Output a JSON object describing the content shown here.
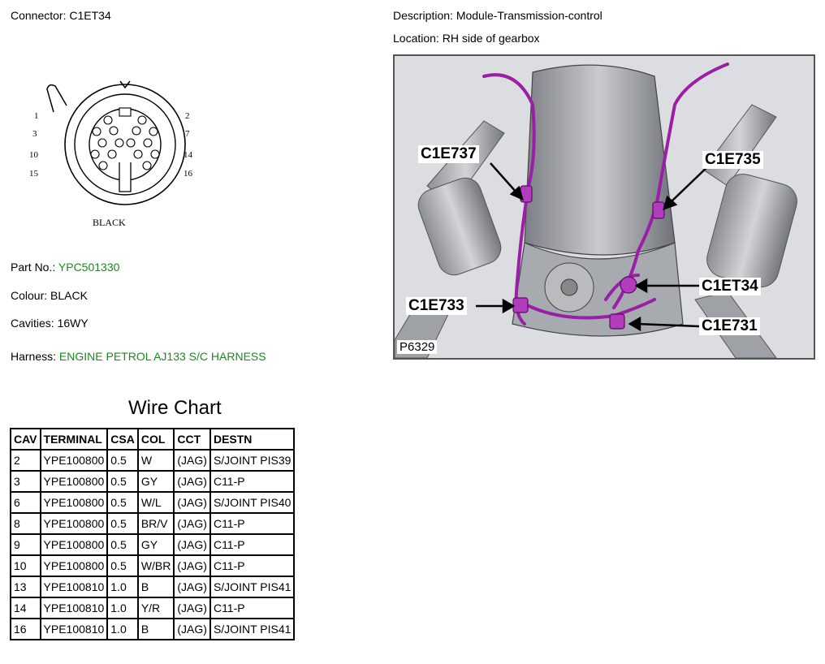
{
  "connector": {
    "label": "Connector:",
    "value": "C1ET34"
  },
  "description": {
    "label": "Description:",
    "value": "Module-Transmission-control"
  },
  "location": {
    "label": "Location:",
    "value": "RH side of gearbox"
  },
  "connector_diagram": {
    "pin_labels": {
      "p1": "1",
      "p2": "2",
      "p3": "3",
      "p7": "7",
      "p10": "10",
      "p14": "14",
      "p15": "15",
      "p16": "16"
    },
    "color_caption": "BLACK"
  },
  "details": {
    "part_no_label": "Part No.:",
    "part_no": "YPC501330",
    "colour_label": "Colour:",
    "colour": "BLACK",
    "cavities_label": "Cavities:",
    "cavities": "16WY",
    "harness_label": "Harness:",
    "harness": "ENGINE PETROL AJ133 S/C HARNESS"
  },
  "photo": {
    "ref": "P6329",
    "callouts": {
      "c1": "C1E737",
      "c2": "C1E735",
      "c3": "C1ET34",
      "c4": "C1E733",
      "c5": "C1E731"
    }
  },
  "wire_chart": {
    "title": "Wire Chart",
    "headers": [
      "CAV",
      "TERMINAL",
      "CSA",
      "COL",
      "CCT",
      "DESTN"
    ],
    "rows": [
      [
        "2",
        "YPE100800",
        "0.5",
        "W",
        "(JAG)",
        "S/JOINT PIS39"
      ],
      [
        "3",
        "YPE100800",
        "0.5",
        "GY",
        "(JAG)",
        "C11-P"
      ],
      [
        "6",
        "YPE100800",
        "0.5",
        "W/L",
        "(JAG)",
        "S/JOINT PIS40"
      ],
      [
        "8",
        "YPE100800",
        "0.5",
        "BR/V",
        "(JAG)",
        "C11-P"
      ],
      [
        "9",
        "YPE100800",
        "0.5",
        "GY",
        "(JAG)",
        "C11-P"
      ],
      [
        "10",
        "YPE100800",
        "0.5",
        "W/BR",
        "(JAG)",
        "C11-P"
      ],
      [
        "13",
        "YPE100810",
        "1.0",
        "B",
        "(JAG)",
        "S/JOINT PIS41"
      ],
      [
        "14",
        "YPE100810",
        "1.0",
        "Y/R",
        "(JAG)",
        "C11-P"
      ],
      [
        "16",
        "YPE100810",
        "1.0",
        "B",
        "(JAG)",
        "S/JOINT PIS41"
      ]
    ]
  },
  "colors": {
    "harness_green": "#1a8a1a",
    "harness_wire": "#9b1fa6"
  }
}
